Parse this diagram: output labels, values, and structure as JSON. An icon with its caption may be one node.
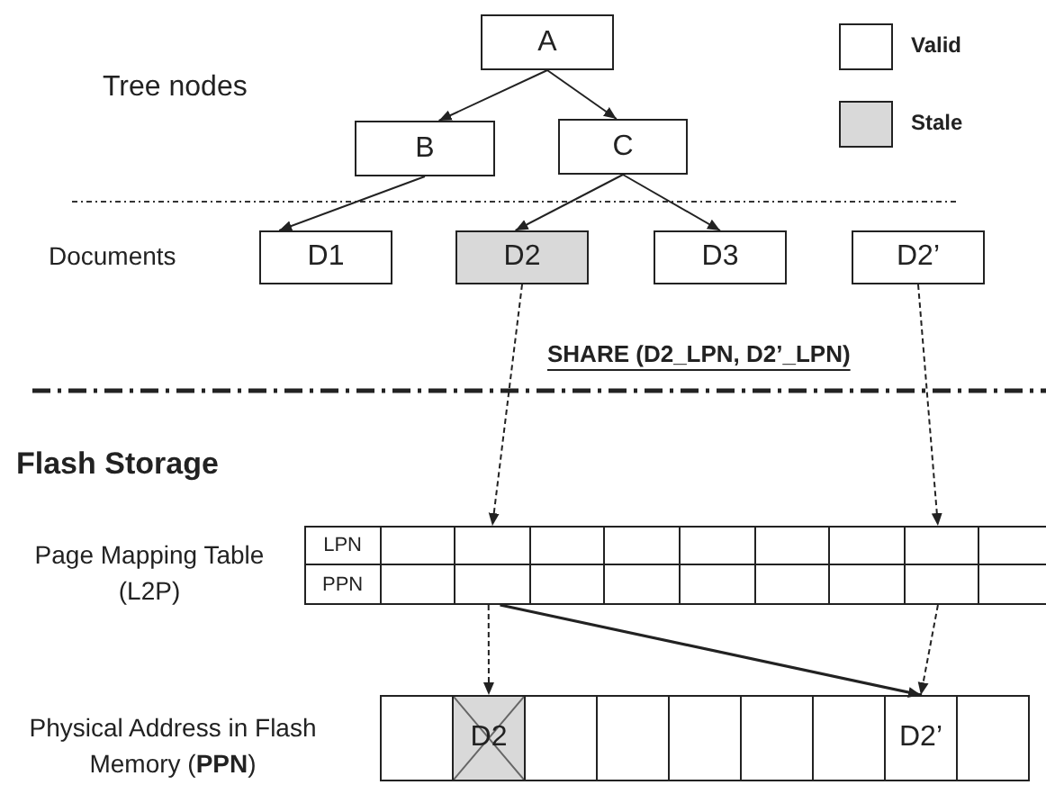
{
  "diagram": {
    "nodes": [
      {
        "text": [
          "A"
        ]
      },
      {
        "text": [
          "B"
        ]
      },
      {
        "text": [
          "C"
        ]
      },
      {
        "text": [
          "D1"
        ]
      },
      {
        "text": [
          "D2"
        ]
      },
      {
        "text": [
          "D3"
        ]
      },
      {
        "text": [
          "D2’"
        ]
      },
      {
        "text": [
          "LPN"
        ]
      },
      {
        "text": [],
        "shape": "box"
      },
      {
        "text": [],
        "shape": "box"
      },
      {
        "text": [],
        "shape": "box"
      },
      {
        "text": [],
        "shape": "box"
      },
      {
        "text": [],
        "shape": "box"
      },
      {
        "text": [],
        "shape": "box"
      },
      {
        "text": [],
        "shape": "box"
      },
      {
        "text": [],
        "shape": "box"
      },
      {
        "text": [],
        "shape": "box"
      },
      {
        "text": [
          "PPN"
        ]
      },
      {
        "text": [],
        "shape": "box"
      },
      {
        "text": [],
        "shape": "box"
      },
      {
        "text": [],
        "shape": "box"
      },
      {
        "text": [],
        "shape": "box"
      },
      {
        "text": [],
        "shape": "box"
      },
      {
        "text": [],
        "shape": "box"
      },
      {
        "text": [],
        "shape": "box"
      },
      {
        "text": [],
        "shape": "box"
      },
      {
        "text": [],
        "shape": "box"
      },
      {
        "text": [],
        "shape": "box"
      },
      {
        "text": [
          "D2"
        ]
      },
      {
        "text": [],
        "shape": "box"
      },
      {
        "text": [],
        "shape": "box"
      },
      {
        "text": [],
        "shape": "box"
      },
      {
        "text": [],
        "shape": "box"
      },
      {
        "text": [],
        "shape": "box"
      },
      {
        "text": [
          "D2’"
        ]
      },
      {
        "text": [],
        "shape": "box"
      }
    ],
    "edges": [
      {
        "from": 0,
        "to": 1,
        "arrow": "to"
      },
      {
        "from": 0,
        "to": 2,
        "arrow": "to"
      },
      {
        "from": 1,
        "to": 3,
        "arrow": "to"
      },
      {
        "from": 2,
        "to": 4,
        "arrow": "to"
      },
      {
        "from": 2,
        "to": 5,
        "arrow": "to"
      },
      {
        "from": 4,
        "to": 9,
        "arrow": "to",
        "style": "dashed"
      },
      {
        "from": 6,
        "to": 15,
        "arrow": "to",
        "style": "dashed"
      },
      {
        "from": 19,
        "to": 28,
        "arrow": "to",
        "style": "dashed"
      },
      {
        "from": 19,
        "to": 34,
        "arrow": "to"
      },
      {
        "from": 25,
        "to": 34,
        "arrow": "to",
        "style": "dashed"
      }
    ],
    "labels": [
      "Tree nodes",
      "Documents",
      "SHARE (D2_LPN, D2’_LPN)",
      "Flash Storage",
      "Page Mapping Table (L2P)",
      "Physical Address in Flash Memory (**PPN**)"
    ],
    "legend": [
      {
        "text": "Valid",
        "color": "#ffffff"
      },
      {
        "text": "Stale",
        "color": "#d9d9d9"
      }
    ]
  }
}
